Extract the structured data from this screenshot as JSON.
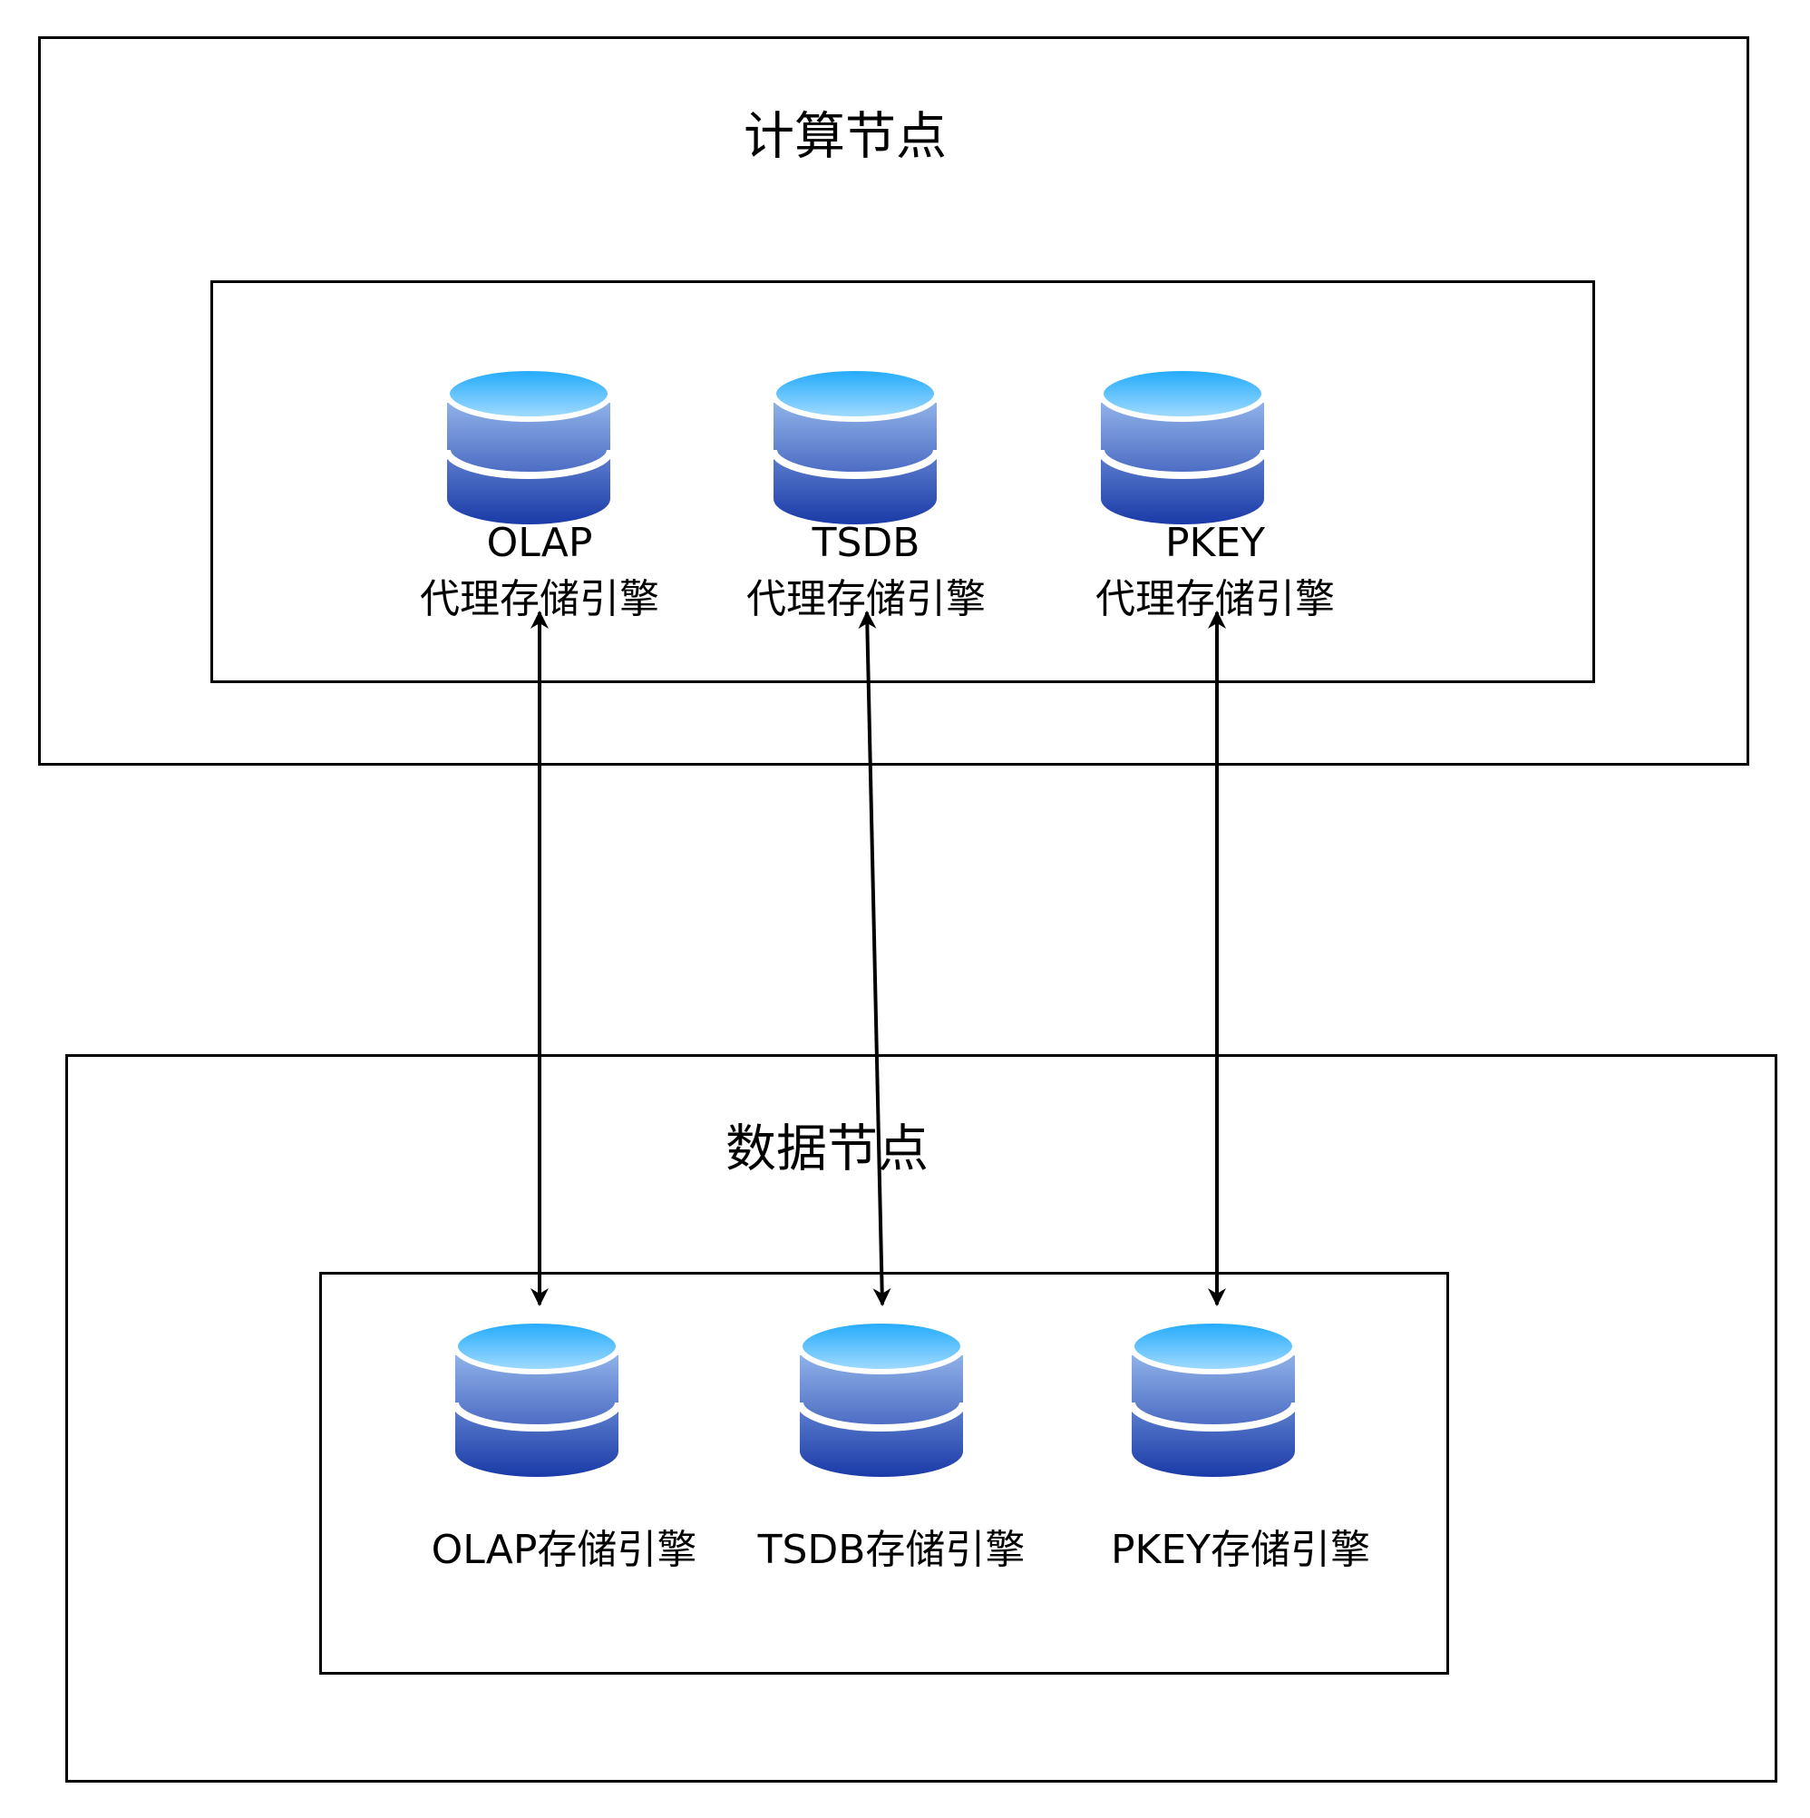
{
  "compute_node": {
    "title": "计算节点",
    "engines": [
      {
        "name": "OLAP",
        "label": "代理存储引擎",
        "icon": "database-icon"
      },
      {
        "name": "TSDB",
        "label": "代理存储引擎",
        "icon": "database-icon"
      },
      {
        "name": "PKEY",
        "label": "代理存储引擎",
        "icon": "database-icon"
      }
    ]
  },
  "data_node": {
    "title": "数据节点",
    "engines": [
      {
        "label": "OLAP存储引擎",
        "icon": "database-icon"
      },
      {
        "label": "TSDB存储引擎",
        "icon": "database-icon"
      },
      {
        "label": "PKEY存储引擎",
        "icon": "database-icon"
      }
    ]
  },
  "connections": [
    {
      "from": "OLAP 代理存储引擎",
      "to": "OLAP存储引擎",
      "direction": "bidirectional"
    },
    {
      "from": "TSDB 代理存储引擎",
      "to": "TSDB存储引擎",
      "direction": "bidirectional"
    },
    {
      "from": "PKEY 代理存储引擎",
      "to": "PKEY存储引擎",
      "direction": "bidirectional"
    }
  ],
  "colors": {
    "stroke": "#000000",
    "db_top_light": "#a6dcff",
    "db_top_dark": "#1ea9fb",
    "db_body_light": "#8fb1e8",
    "db_body_dark": "#1a3aa8"
  }
}
